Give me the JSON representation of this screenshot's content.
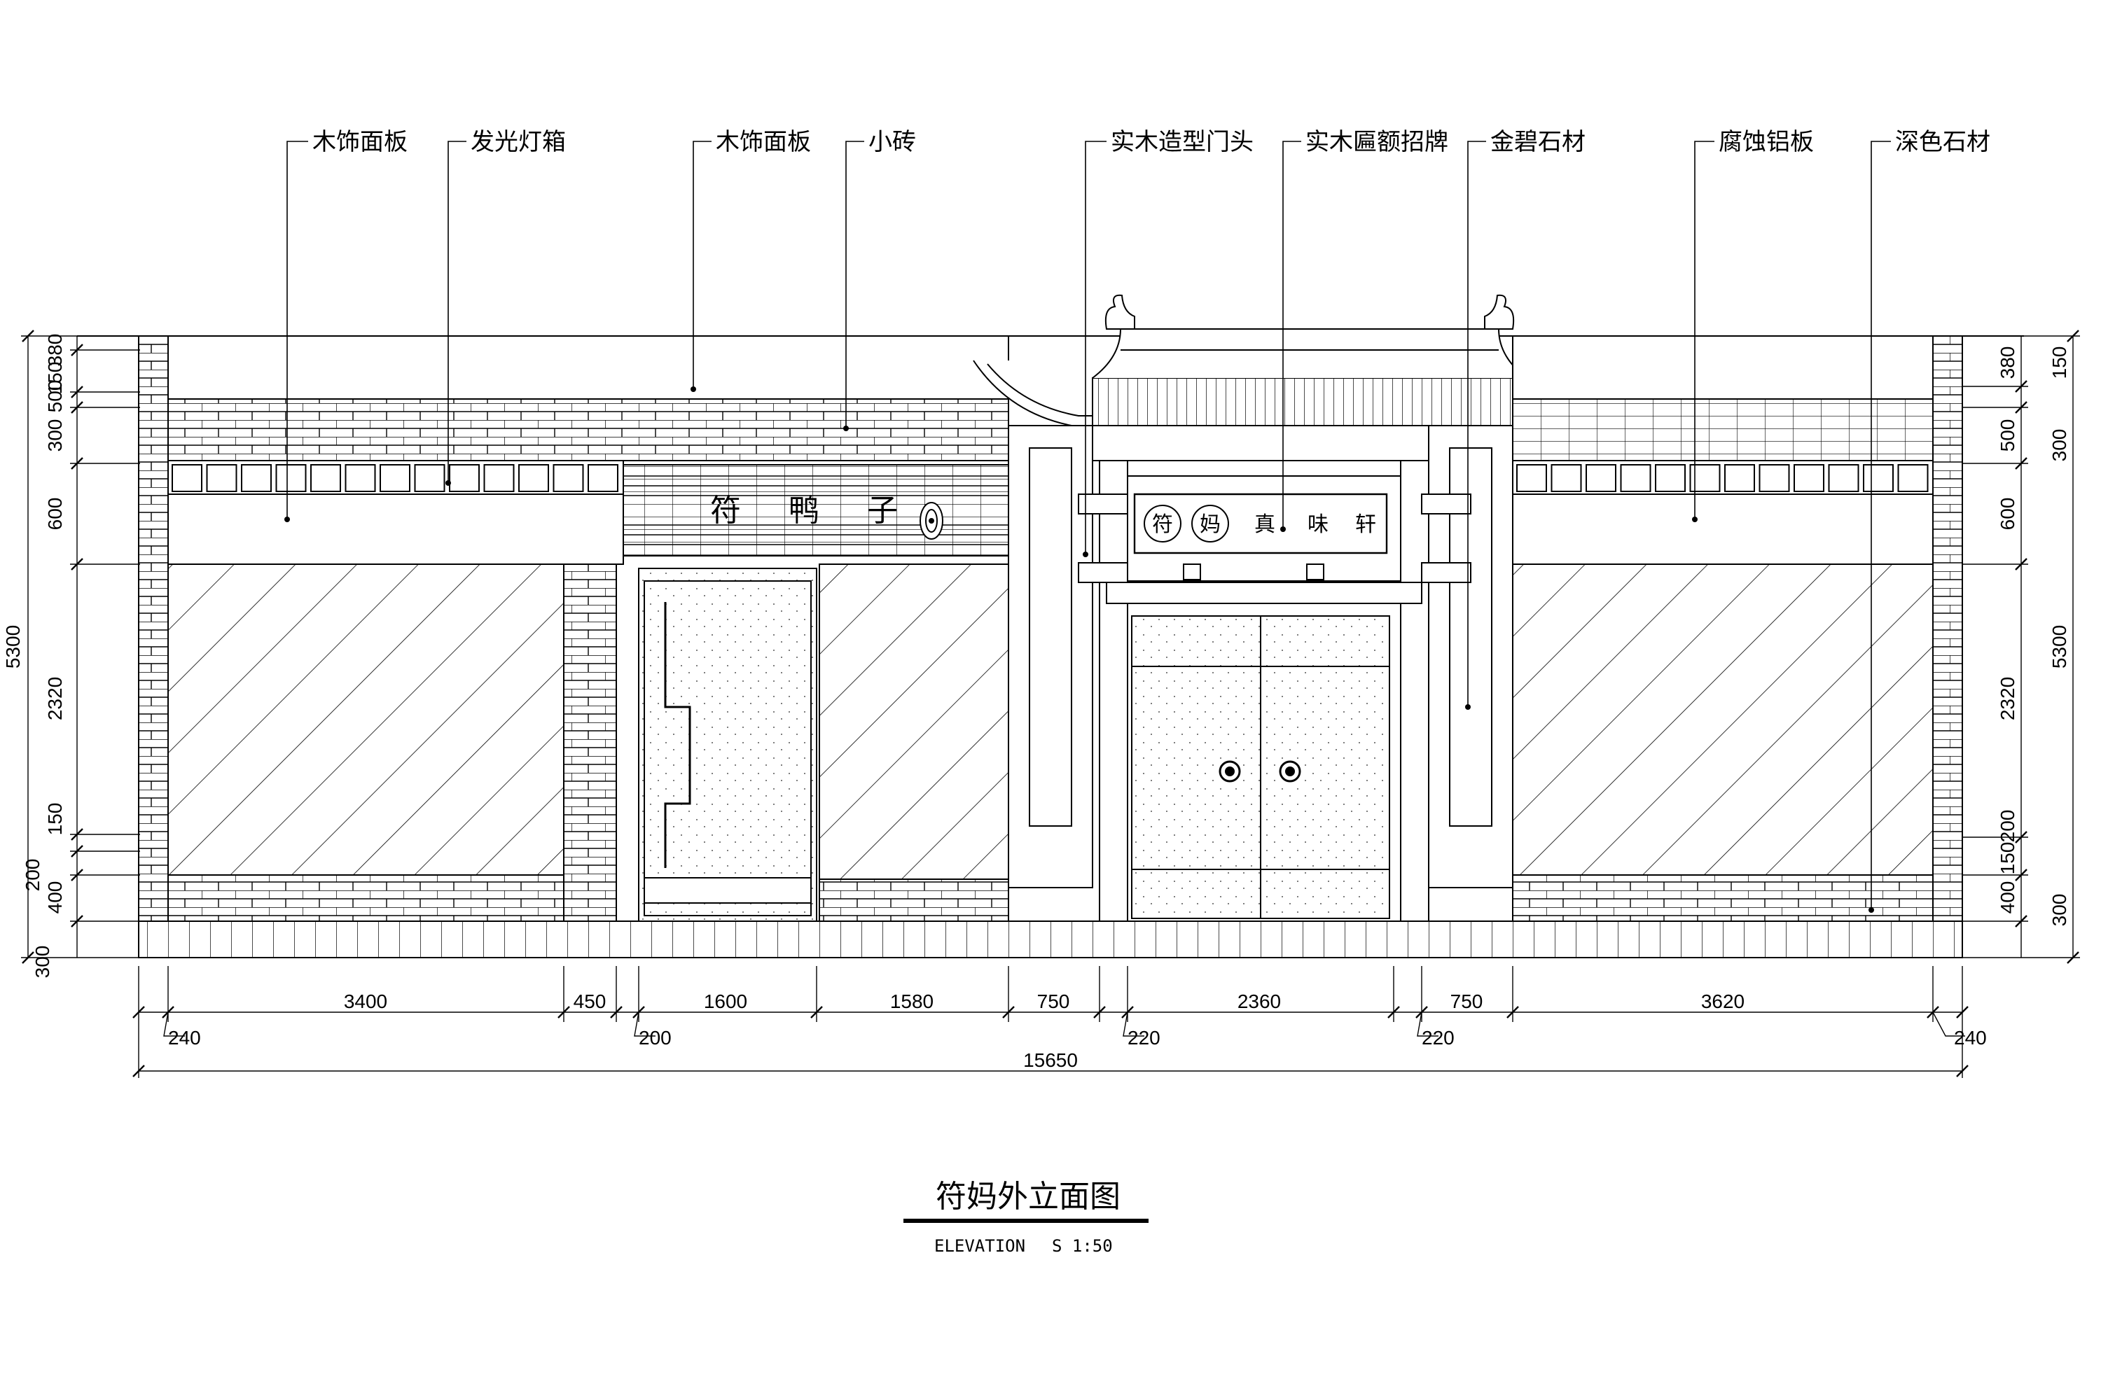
{
  "leaders": [
    {
      "text": "木饰面板"
    },
    {
      "text": "发光灯箱"
    },
    {
      "text": "木饰面板"
    },
    {
      "text": "小砖"
    },
    {
      "text": "实木造型门头"
    },
    {
      "text": "实木匾额招牌"
    },
    {
      "text": "金碧石材"
    },
    {
      "text": "腐蚀铝板"
    },
    {
      "text": "深色石材"
    }
  ],
  "signage": {
    "main_chars": [
      "符",
      "鸭",
      "子"
    ],
    "plaque_circle_chars": [
      "符",
      "妈"
    ],
    "plaque_chars": [
      "真",
      "味",
      "轩"
    ]
  },
  "dims_left": [
    "150",
    "380",
    "300",
    "500",
    "600",
    "2320",
    "150",
    "200",
    "400",
    "300",
    "5300"
  ],
  "dims_right": [
    "380",
    "150",
    "500",
    "300",
    "600",
    "2320",
    "200",
    "150",
    "400",
    "300",
    "5300"
  ],
  "dims_bottom_top": [
    "3400",
    "450",
    "1600",
    "1580",
    "750",
    "2360",
    "750",
    "3620"
  ],
  "dims_bottom_low": [
    "240",
    "200",
    "220",
    "220",
    "240"
  ],
  "dim_total": "15650",
  "title": {
    "main": "符妈外立面图",
    "sub": "ELEVATION",
    "scale": "S 1:50"
  }
}
